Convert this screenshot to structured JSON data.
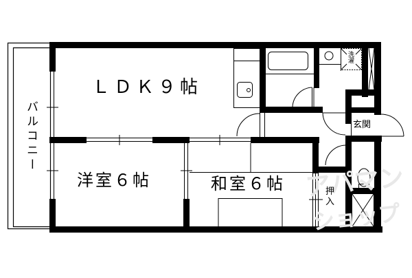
{
  "floor_plan": {
    "type": "apartment floor plan (2LDK)",
    "colors": {
      "wall": "#000000",
      "background": "#ffffff",
      "watermark": "#e8e8e8"
    },
    "rooms": {
      "ldk": {
        "label": "ＬＤＫ９帖",
        "name": "LDK",
        "size_jo": 9
      },
      "western_room": {
        "label": "洋室６帖",
        "name": "洋室",
        "size_jo": 6
      },
      "japanese_room": {
        "label": "和室６帖",
        "name": "和室",
        "size_jo": 6
      },
      "balcony": {
        "label": "バルコニー"
      },
      "entrance": {
        "label": "玄関"
      },
      "closet": {
        "label": "押入"
      },
      "washer": {
        "label": "洗濯"
      }
    },
    "fixtures": [
      "bathtub",
      "kitchen-sink",
      "washbasin",
      "washing-machine-space",
      "toilet",
      "storage"
    ],
    "watermark": {
      "line1": "アパマン",
      "line2": "ショップ"
    }
  }
}
